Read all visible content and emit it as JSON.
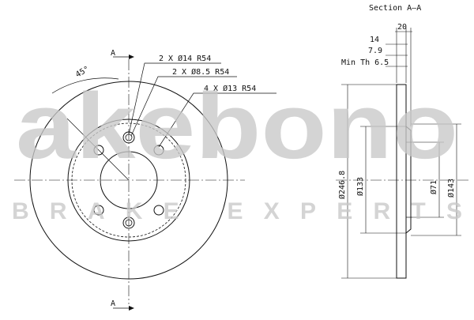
{
  "drawing": {
    "section_title": "Section A–A",
    "section_marker_top": "A",
    "section_marker_bottom": "A",
    "angle_label": "45°",
    "callouts": [
      {
        "id": "wheel-bolt",
        "text": "2 X Ø14   R54"
      },
      {
        "id": "centering",
        "text": "2 X Ø8.5   R54"
      },
      {
        "id": "bolt-holes",
        "text": "4 X Ø13   R54"
      }
    ],
    "section_dims": {
      "width_20": "20",
      "thickness_14": "14",
      "hat_7_9": "7.9",
      "min_thickness": "Min Th 6.5"
    },
    "diameters": {
      "outer": "Ø246.8",
      "hat_outer": "Ø133",
      "center_bore": "Ø71",
      "hat_inner": "Ø143"
    }
  },
  "watermark": {
    "brand": "akebono",
    "tagline": "BRAKE EXPERTS",
    "color": "#c8c8c8"
  },
  "colors": {
    "line": "#111111"
  }
}
